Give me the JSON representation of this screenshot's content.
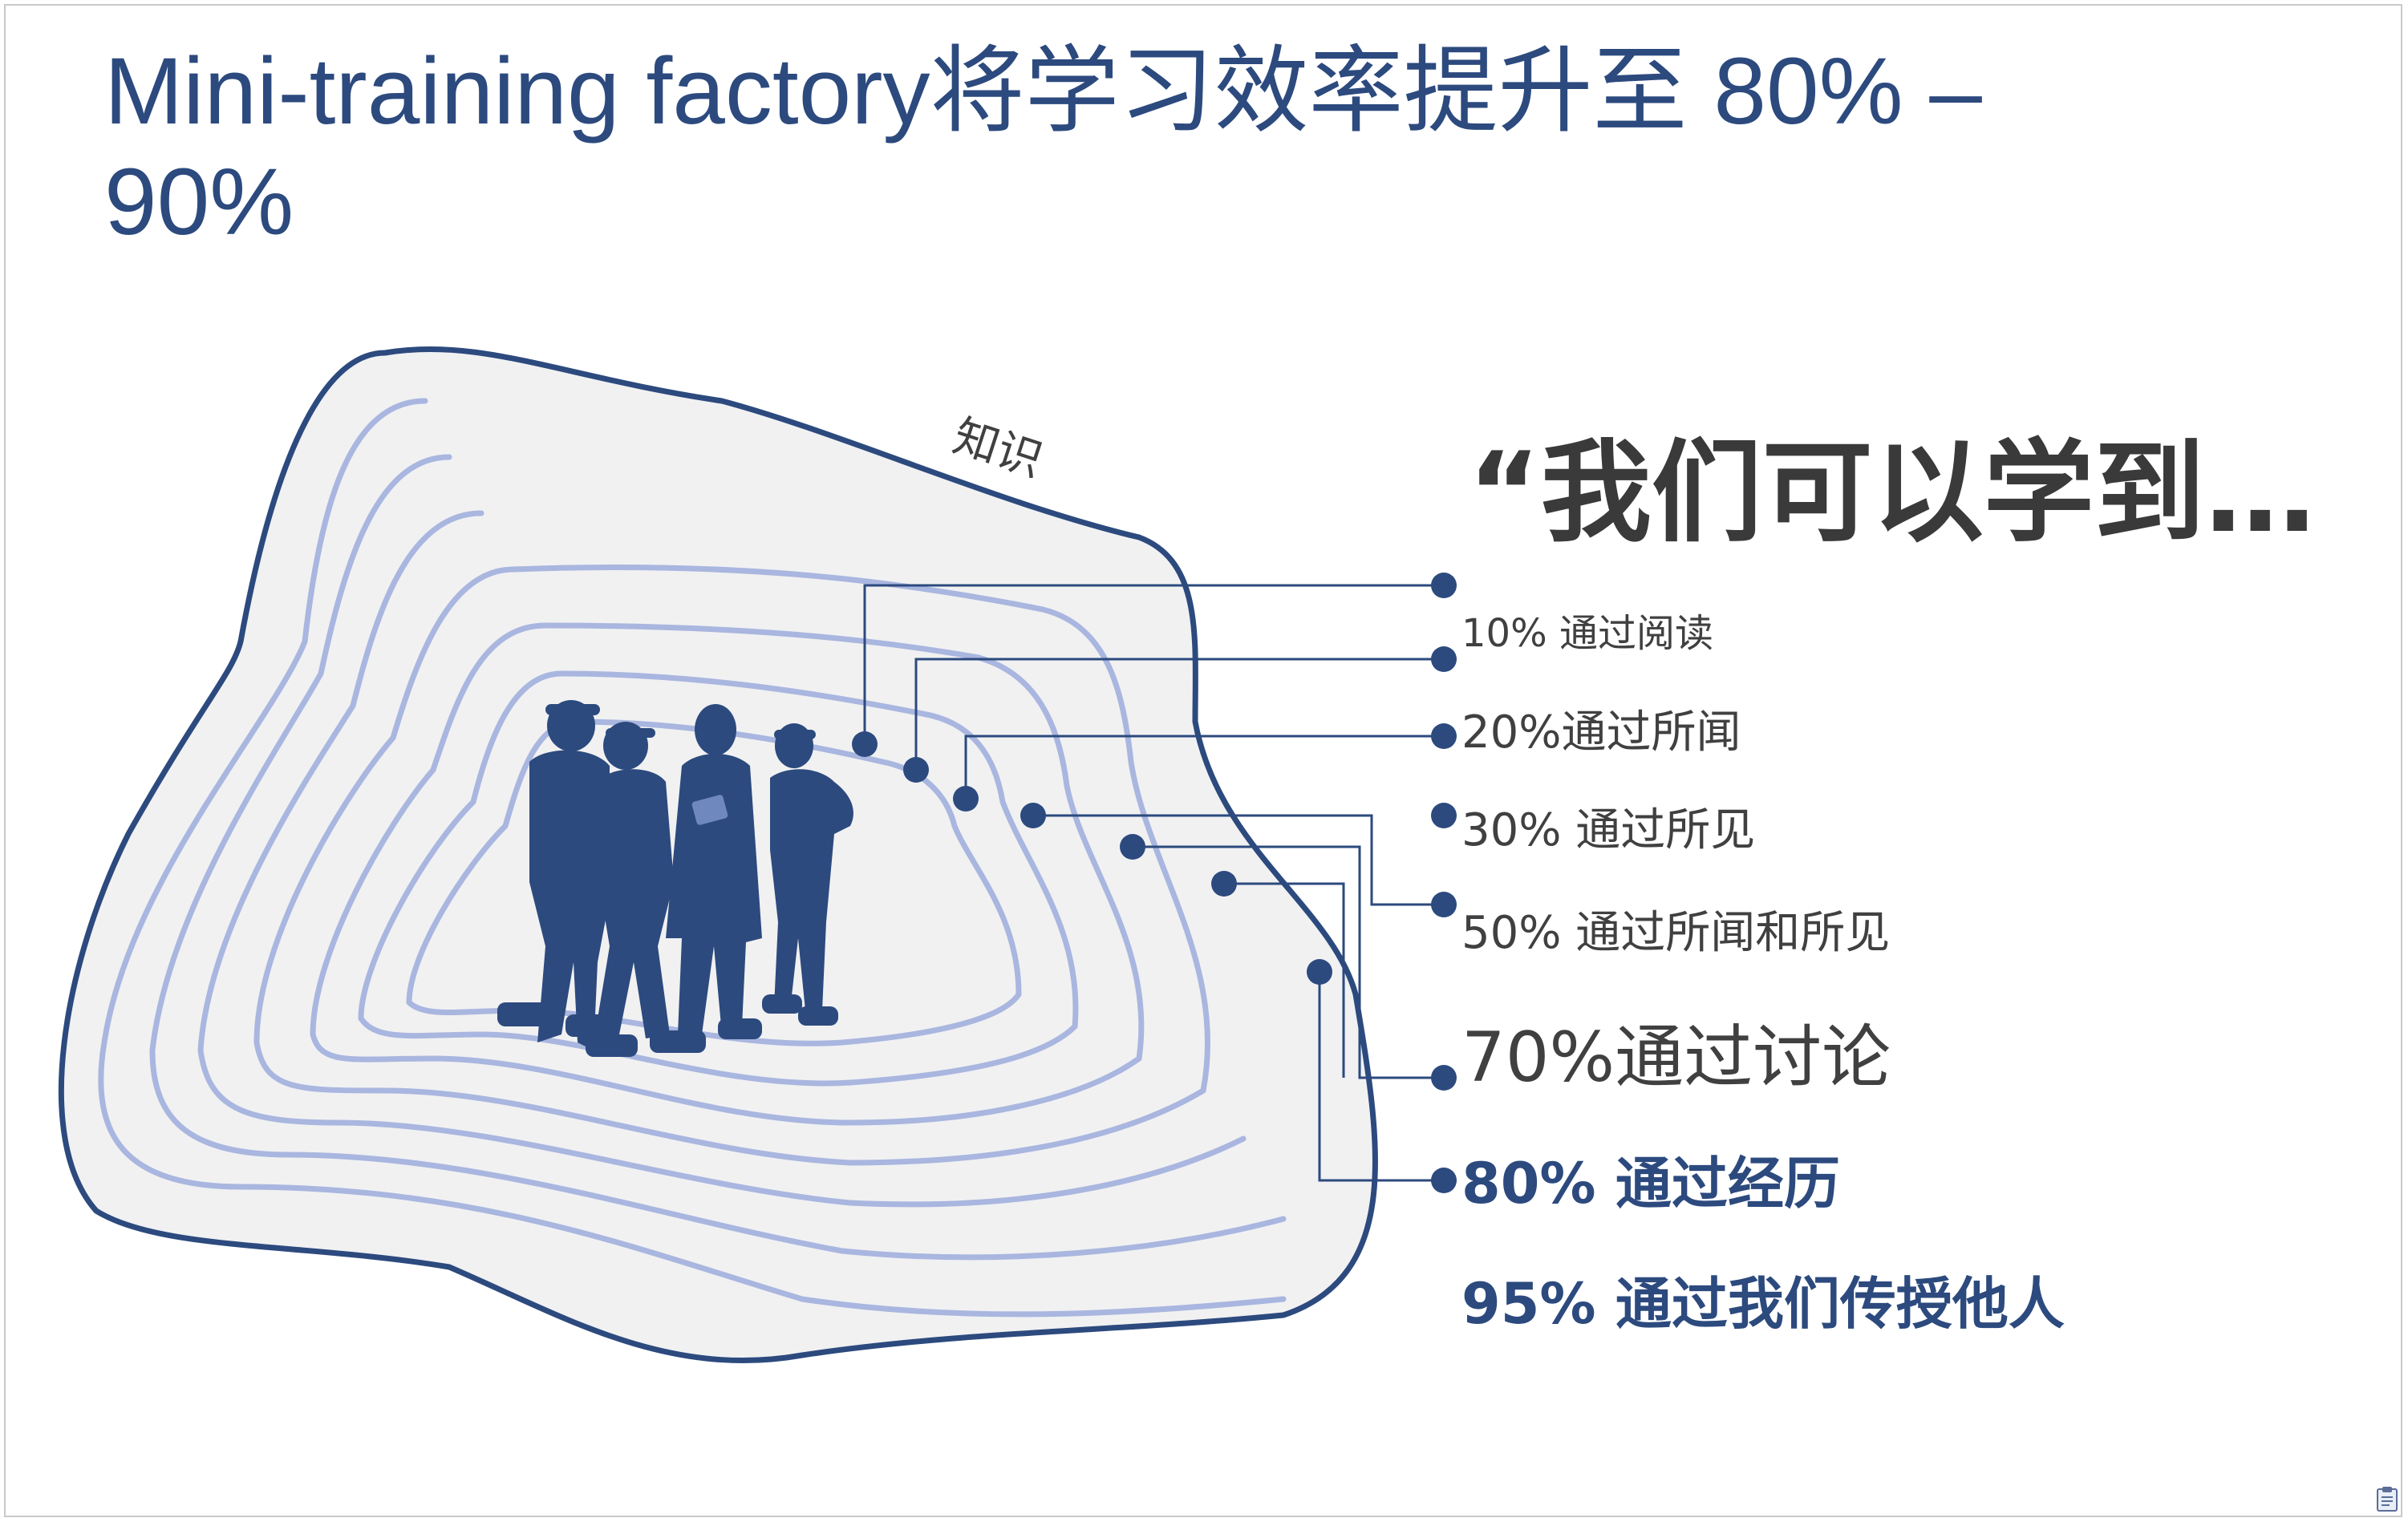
{
  "title": "Mini-training factory将学习效率提升至 80% – 90%",
  "knowledge_label": "知识",
  "quote": "“我们可以学到…",
  "levels": [
    {
      "label": "10% 通过阅读"
    },
    {
      "label": "20%通过所闻"
    },
    {
      "label": "30% 通过所见"
    },
    {
      "label": "50% 通过所闻和所见"
    },
    {
      "label": "70%通过讨论"
    },
    {
      "label": "80% 通过经历"
    },
    {
      "label": "95% 通过我们传授他人"
    }
  ],
  "colors": {
    "navy": "#2c4a7e",
    "contour": "#a9b6df",
    "blob_fill": "#f1f1f2",
    "text_dark": "#3a3a3a"
  }
}
